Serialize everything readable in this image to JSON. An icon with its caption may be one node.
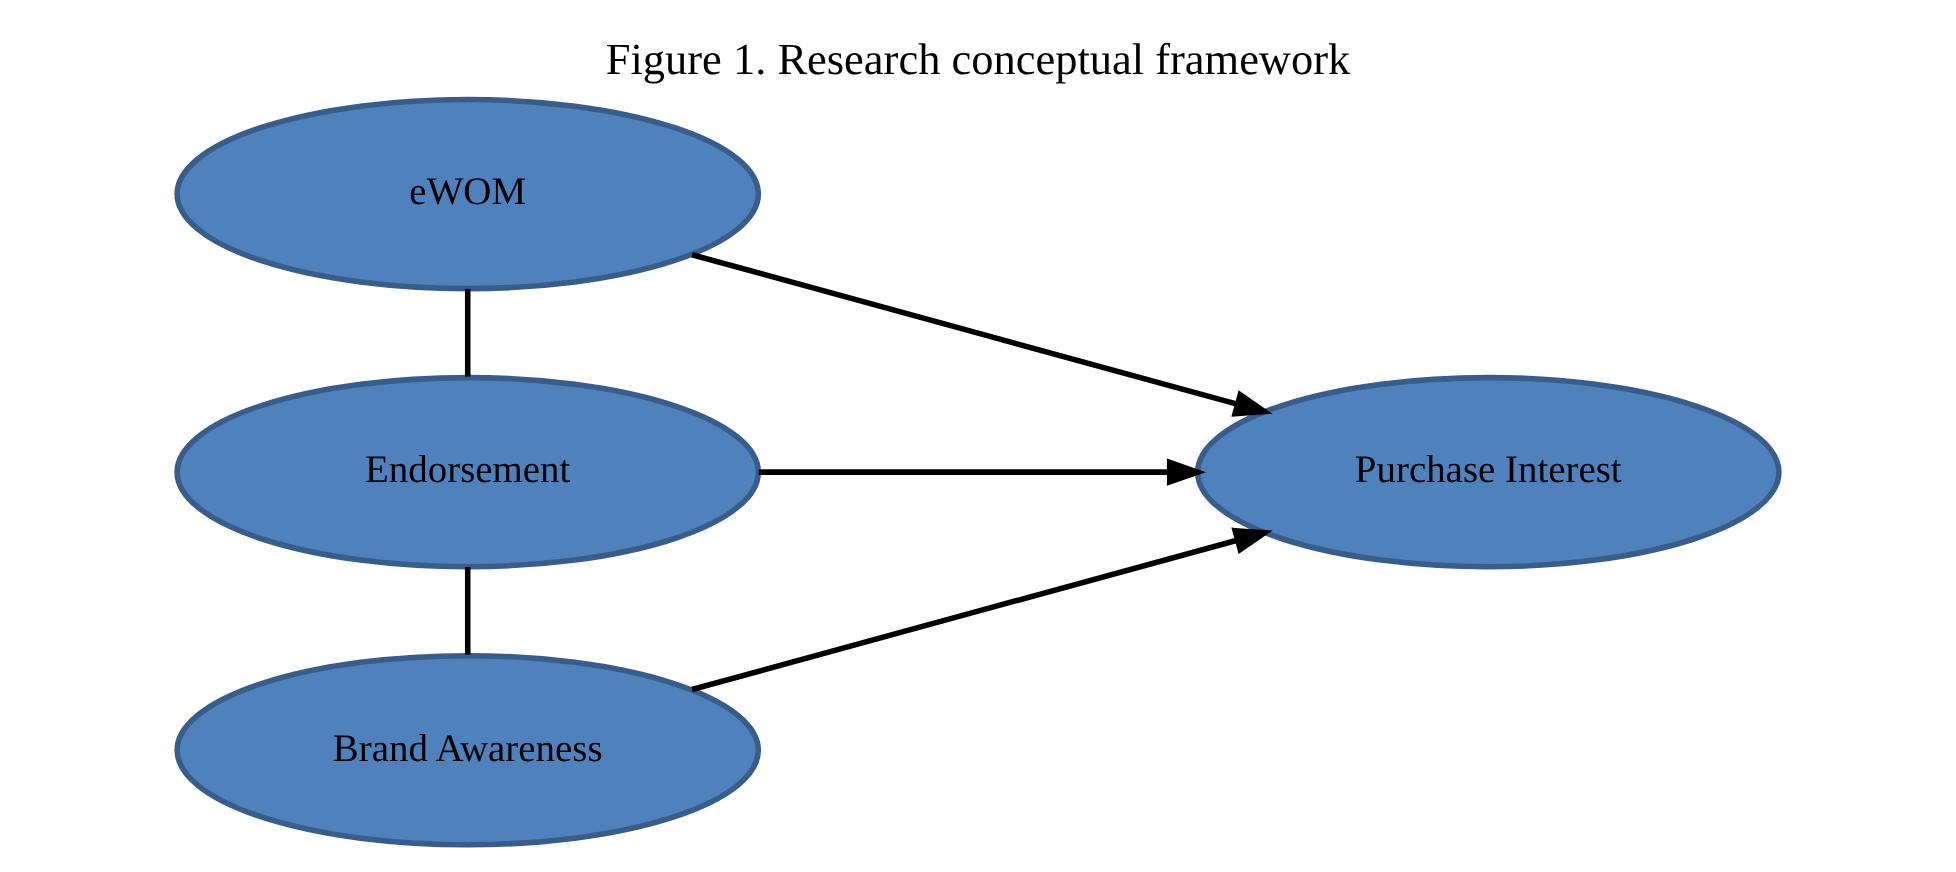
{
  "diagram": {
    "title": "Figure 1. Research conceptual framework",
    "nodes": [
      {
        "text": [
          "eWOM"
        ]
      },
      {
        "text": [
          "Endorsement"
        ]
      },
      {
        "text": [
          "Brand Awareness"
        ]
      },
      {
        "text": [
          "Purchase Interest"
        ]
      }
    ],
    "edges": [
      {
        "from": 0,
        "to": 1,
        "arrow": "none"
      },
      {
        "from": 1,
        "to": 2,
        "arrow": "none"
      },
      {
        "from": 0,
        "to": 3,
        "arrow": "to"
      },
      {
        "from": 1,
        "to": 3,
        "arrow": "to"
      },
      {
        "from": 2,
        "to": 3,
        "arrow": "to"
      }
    ]
  }
}
